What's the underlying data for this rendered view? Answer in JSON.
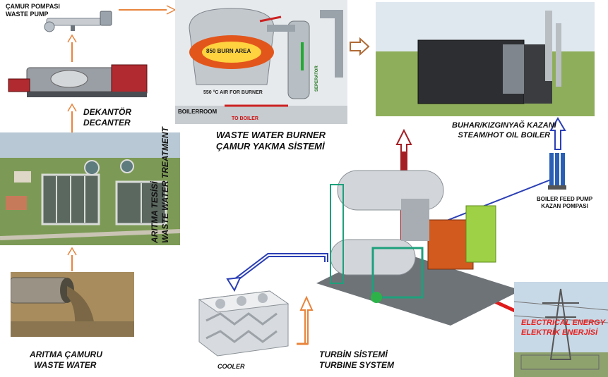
{
  "labels": {
    "waste_pump_tr": "ÇAMUR POMPASI",
    "waste_pump_en": "WASTE PUMP",
    "decanter_tr": "DEKANTÖR",
    "decanter_en": "DECANTER",
    "treatment_tr": "ARITMA TESİSİ",
    "treatment_en": "WASTE WATER TREATMENT",
    "sludge_tr": "ARITMA ÇAMURU",
    "sludge_en": "WASTE WATER",
    "burner_en": "WASTE WATER BURNER",
    "burner_tr": "ÇAMUR YAKMA SİSTEMİ",
    "boiler_tr": "BUHAR/KIZGINYAĞ KAZANI",
    "boiler_en": "STEAM/HOT OIL BOILER",
    "feed_pump_en": "BOILER FEED PUMP",
    "feed_pump_tr": "KAZAN POMPASI",
    "turbine_tr": "TURBİN SİSTEMİ",
    "turbine_en": "TURBINE SYSTEM",
    "cooler": "COOLER",
    "electric_en": "ELECTRICAL ENERGY",
    "electric_tr": "ELEKTRİK ENERJİSİ",
    "burn_area": "850 BURN AREA",
    "air_for_burner": "550 °C AIR FOR BURNER",
    "boilerroom": "BOILERROOM",
    "to_boiler": "TO BOILER",
    "separator": "SEPERATOR"
  },
  "colors": {
    "flow_orange": "#e8843c",
    "flow_red": "#b0232a",
    "flow_blue": "#2b3fb5",
    "electric_red": "#e01b1b",
    "electric_text": "#e8201e"
  }
}
